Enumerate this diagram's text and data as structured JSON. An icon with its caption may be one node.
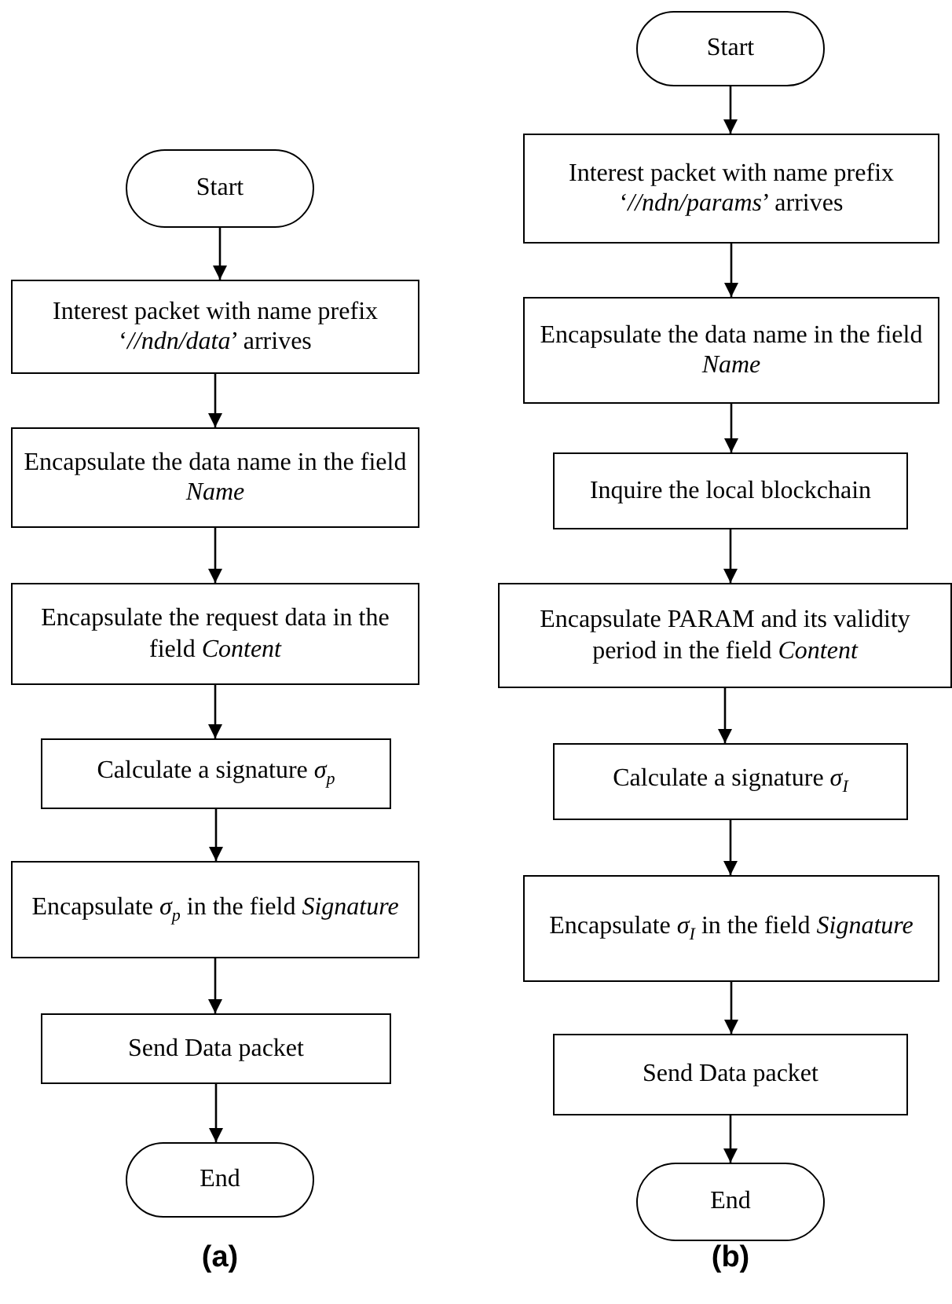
{
  "diagram": {
    "nodes": [
      {
        "text": [
          "Start"
        ]
      },
      {
        "text": [
          "Interest packet with name prefix ‘*//ndn/data*’ arrives"
        ]
      },
      {
        "text": [
          "Encapsulate the data name in the field *Name*"
        ]
      },
      {
        "text": [
          "Encapsulate the request data in the field *Content*"
        ]
      },
      {
        "text": [
          "Calculate a signature *σ*$_{p}$"
        ]
      },
      {
        "text": [
          "Encapsulate *σ*$_{p}$ in the field *Signature*"
        ]
      },
      {
        "text": [
          "Send Data packet"
        ]
      },
      {
        "text": [
          "End"
        ]
      },
      {
        "text": [
          "Start"
        ]
      },
      {
        "text": [
          "Interest packet with name prefix ‘*//ndn/params*’ arrives"
        ]
      },
      {
        "text": [
          "Encapsulate the data name in the field *Name*"
        ]
      },
      {
        "text": [
          "Inquire the local blockchain"
        ]
      },
      {
        "text": [
          "Encapsulate PARAM and its validity period in the field *Content*"
        ]
      },
      {
        "text": [
          "Calculate a signature *σ*$_{I}$"
        ]
      },
      {
        "text": [
          "Encapsulate *σ*$_{I}$ in the field *Signature*"
        ]
      },
      {
        "text": [
          "Send Data packet"
        ]
      },
      {
        "text": [
          "End"
        ]
      }
    ],
    "edges": [
      {
        "from": 0,
        "to": 1,
        "arrow": "to"
      },
      {
        "from": 1,
        "to": 2,
        "arrow": "to"
      },
      {
        "from": 2,
        "to": 3,
        "arrow": "to"
      },
      {
        "from": 3,
        "to": 4,
        "arrow": "to"
      },
      {
        "from": 4,
        "to": 5,
        "arrow": "to"
      },
      {
        "from": 5,
        "to": 6,
        "arrow": "to"
      },
      {
        "from": 6,
        "to": 7,
        "arrow": "to"
      },
      {
        "from": 8,
        "to": 9,
        "arrow": "to"
      },
      {
        "from": 9,
        "to": 10,
        "arrow": "to"
      },
      {
        "from": 10,
        "to": 11,
        "arrow": "to"
      },
      {
        "from": 11,
        "to": 12,
        "arrow": "to"
      },
      {
        "from": 12,
        "to": 13,
        "arrow": "to"
      },
      {
        "from": 13,
        "to": 14,
        "arrow": "to"
      },
      {
        "from": 14,
        "to": 15,
        "arrow": "to"
      },
      {
        "from": 15,
        "to": 16,
        "arrow": "to"
      }
    ],
    "labels": [
      "(a)",
      "(b)"
    ]
  }
}
